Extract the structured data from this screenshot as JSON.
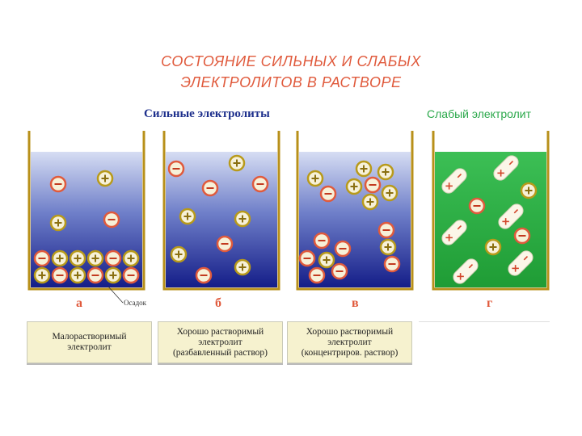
{
  "title_line1": "СОСТОЯНИЕ СИЛЬНЫХ И СЛАБЫХ",
  "title_line2": "ЭЛЕКТРОЛИТОВ В РАСТВОРЕ",
  "header_strong": "Сильные электролиты",
  "header_weak": "Слабый электролит",
  "ion_plus": "+",
  "ion_minus": "−",
  "beakers": [
    {
      "letter": "а",
      "caption": "Малорастворимый\nэлектролит"
    },
    {
      "letter": "б",
      "caption": "Хорошо растворимый\nэлектролит\n(разбавленный раствор)"
    },
    {
      "letter": "в",
      "caption": "Хорошо растворимый\nэлектролит\n(концентриров. раствор)"
    },
    {
      "letter": "г",
      "caption": ""
    }
  ],
  "precipitate_label": "Осадок",
  "colors": {
    "title": "#e05a3c",
    "header_strong": "#1d2f8c",
    "header_weak": "#2aa84a",
    "cation_ring": "#b89a1a",
    "anion_ring": "#e05a3c",
    "beaker_frame": "#b8901a"
  }
}
